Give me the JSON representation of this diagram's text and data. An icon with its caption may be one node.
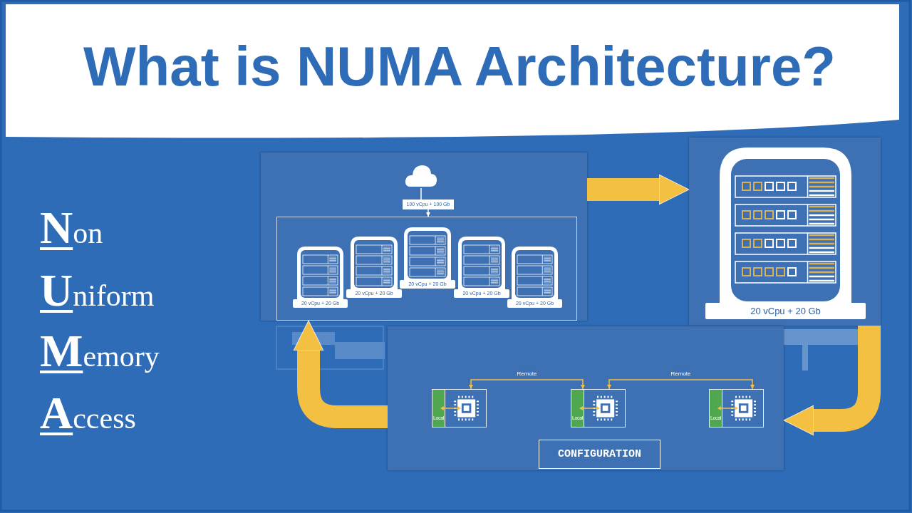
{
  "diagram": {
    "title": "What is NUMA Architecture?",
    "nodes": [
      {
        "text": [],
        "shape": "box"
      },
      {
        "text": [],
        "shape": "cloud",
        "in": 0
      },
      {
        "text": [
          "100 vCpu + 100 Gb"
        ],
        "in": 0
      },
      {
        "text": [],
        "shape": "box",
        "in": 0
      },
      {
        "text": [
          "20 vCpu + 20 Gb"
        ],
        "in": 3
      },
      {
        "text": [
          "20 vCpu + 20 Gb"
        ],
        "in": 3
      },
      {
        "text": [
          "20 vCpu + 20 Gb"
        ],
        "in": 3
      },
      {
        "text": [
          "20 vCpu + 20 Gb"
        ],
        "in": 3
      },
      {
        "text": [
          "20 vCpu + 20 Gb"
        ],
        "in": 3
      },
      {
        "text": [],
        "shape": "box"
      },
      {
        "text": [
          "20 vCpu + 20 Gb"
        ],
        "in": 9
      },
      {
        "text": [],
        "shape": "box"
      },
      {
        "text": [
          "Local"
        ],
        "in": 11
      },
      {
        "text": [
          "Local"
        ],
        "in": 11
      },
      {
        "text": [
          "Local"
        ],
        "in": 11
      },
      {
        "text": [
          "CONFIGURATION"
        ],
        "in": 11
      }
    ],
    "edges": [
      {
        "from": 1,
        "to": 2,
        "arrow": "none",
        "color": "#ffffff"
      },
      {
        "from": 2,
        "to": 3,
        "arrow": "to",
        "color": "#ffffff"
      },
      {
        "from": 0,
        "to": 9,
        "arrow": "to",
        "style": "thick"
      },
      {
        "from": 9,
        "to": 11,
        "arrow": "to",
        "style": "thick"
      },
      {
        "from": 11,
        "to": 0,
        "arrow": "to",
        "style": "thick"
      },
      {
        "from": 12,
        "to": 13,
        "arrow": "both",
        "label": "Remote"
      },
      {
        "from": 13,
        "to": 14,
        "arrow": "both",
        "label": "Remote"
      }
    ],
    "labels": [
      "Non",
      "Uniform",
      "Memory",
      "Access"
    ]
  }
}
